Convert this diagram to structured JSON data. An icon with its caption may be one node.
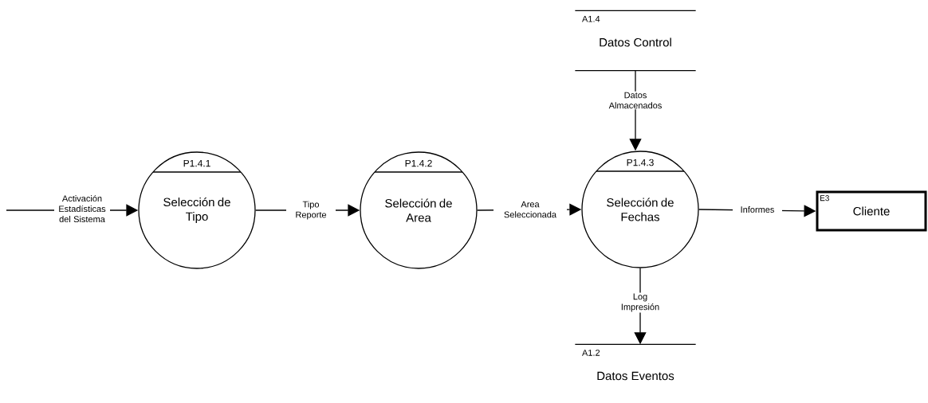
{
  "diagram": {
    "nodes": [
      {
        "text": [
          "P1.4.1",
          "Selección de Tipo"
        ]
      },
      {
        "text": [
          "P1.4.2",
          "Selección de Area"
        ]
      },
      {
        "text": [
          "A1.4",
          "Datos Control"
        ]
      },
      {
        "text": [
          "P1.4.3",
          "Selección de Fechas"
        ]
      },
      {
        "text": [
          "A1.2",
          "Datos Eventos"
        ]
      },
      {
        "text": [
          "E3",
          "Cliente"
        ]
      }
    ],
    "edges": [
      {
        "from": null,
        "to": 0,
        "arrow": "to",
        "label": "Activación Estadísticas del Sistema"
      },
      {
        "from": 0,
        "to": 1,
        "arrow": "to",
        "label": "Tipo Reporte"
      },
      {
        "from": 1,
        "to": 3,
        "arrow": "to",
        "label": "Area Seleccionada"
      },
      {
        "from": 2,
        "to": 3,
        "arrow": "to",
        "label": "Datos Almacenados"
      },
      {
        "from": 3,
        "to": 4,
        "arrow": "to",
        "label": "Log Impresión"
      },
      {
        "from": 3,
        "to": 5,
        "arrow": "to",
        "label": "Informes"
      }
    ]
  }
}
